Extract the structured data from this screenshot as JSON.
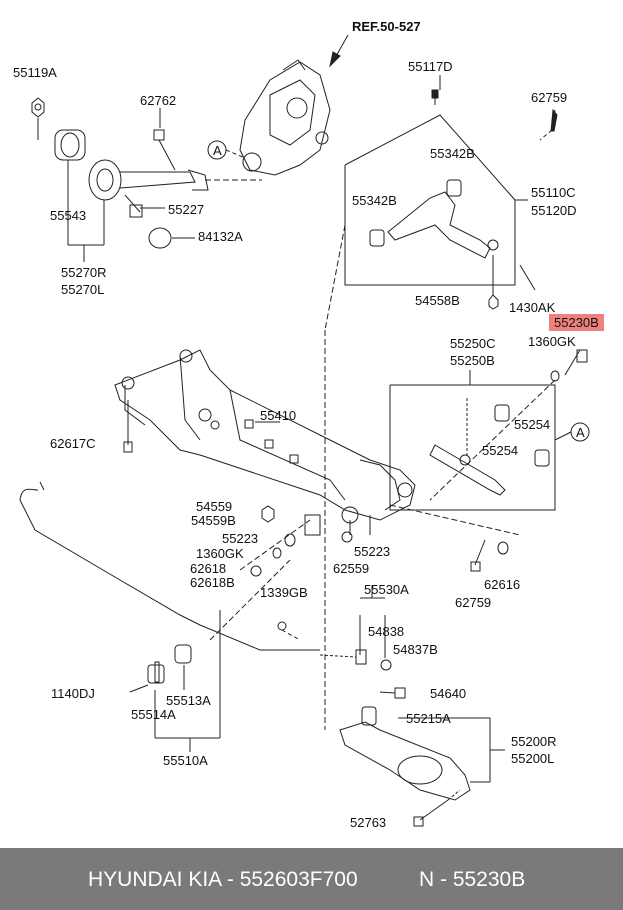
{
  "labels": {
    "ref": "REF.50-527",
    "p55119A": "55119A",
    "p62762": "62762",
    "p55117D": "55117D",
    "p62759a": "62759",
    "p55342Ba": "55342B",
    "p55342Bb": "55342B",
    "p55110C": "55110C",
    "p55120D": "55120D",
    "p55543": "55543",
    "p55227": "55227",
    "p84132A": "84132A",
    "p55270R": "55270R",
    "p55270L": "55270L",
    "p54558B": "54558B",
    "p1430AK": "1430AK",
    "p55230B": "55230B",
    "p1360GKa": "1360GK",
    "p55250C": "55250C",
    "p55250B": "55250B",
    "p55410": "55410",
    "p62617C": "62617C",
    "p55254a": "55254",
    "p55254b": "55254",
    "p54559": "54559",
    "p54559B": "54559B",
    "p55223a": "55223",
    "p55223b": "55223",
    "p1360GKb": "1360GK",
    "p62618": "62618",
    "p62618B": "62618B",
    "p62559": "62559",
    "p62616": "62616",
    "p62759b": "62759",
    "p1339GB": "1339GB",
    "p55530A": "55530A",
    "p54838": "54838",
    "p54837B": "54837B",
    "p1140DJ": "1140DJ",
    "p55513A": "55513A",
    "p55514A": "55514A",
    "p54640": "54640",
    "p55510A": "55510A",
    "p55215A": "55215A",
    "p55200R": "55200R",
    "p55200L": "55200L",
    "p52763": "52763",
    "circleA1": "A",
    "circleA2": "A"
  },
  "footer": {
    "brand": "HYUNDAI  KIA - 552603F700",
    "number": "N - 55230B"
  },
  "colors": {
    "highlight": "#f08080",
    "footer_bg": "#7a7a7a"
  }
}
